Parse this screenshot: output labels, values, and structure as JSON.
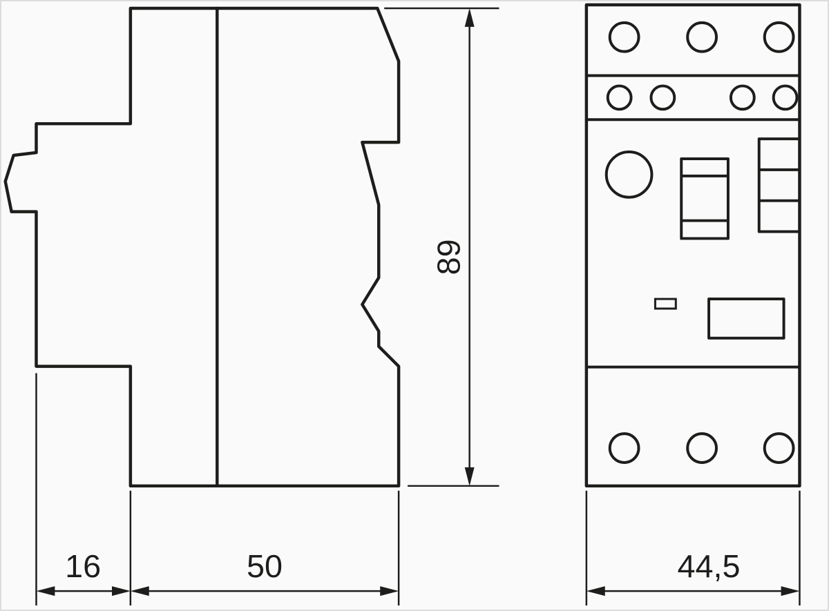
{
  "drawing": {
    "background_color": "#fafafa",
    "line_color": "#1d1d1b",
    "dim_labels": {
      "side_height": "89",
      "clip_depth": "16",
      "body_depth": "50",
      "front_width": "44,5"
    }
  }
}
